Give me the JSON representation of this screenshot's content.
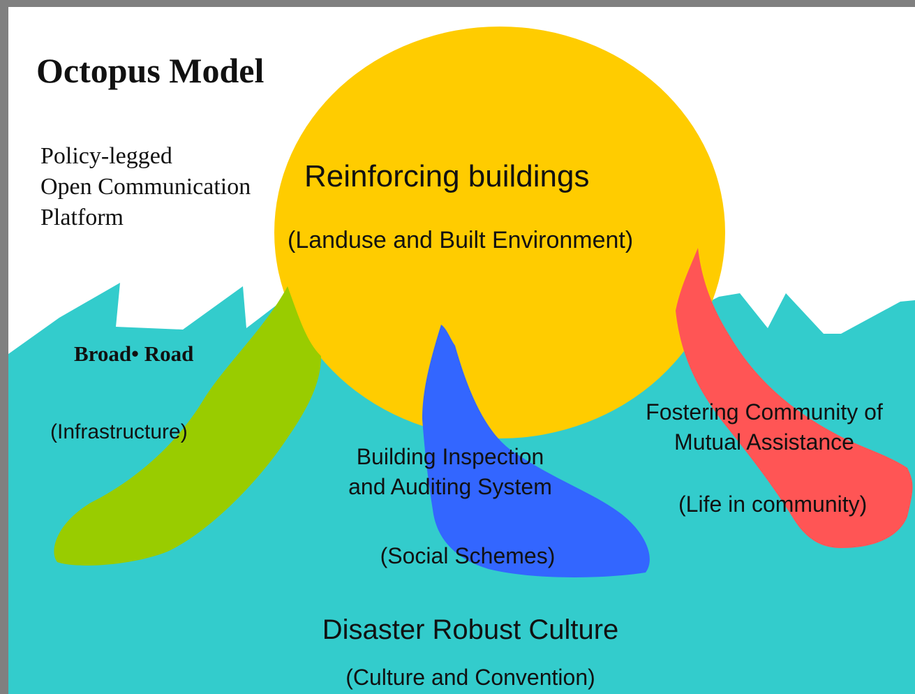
{
  "diagram": {
    "title": "Octopus Model",
    "platform": [
      "Policy-legged",
      "Open Communication",
      "Platform"
    ],
    "head": {
      "label": "Reinforcing buildings",
      "sublabel": "(Landuse and Built Environment)"
    },
    "legs": {
      "infrastructure": {
        "label": "Broad• Road",
        "sublabel": "(Infrastructure)"
      },
      "social": {
        "label": [
          "Building Inspection",
          "and Auditing System"
        ],
        "sublabel": "(Social Schemes)"
      },
      "community": {
        "label": [
          "Fostering Community of",
          "Mutual Assistance"
        ],
        "sublabel": "(Life in community)"
      }
    },
    "base": {
      "label": "Disaster Robust Culture",
      "sublabel": "(Culture and Convention)"
    },
    "colors": {
      "sea": "#33CCCC",
      "head": "#FFCC00",
      "leg_infrastructure": "#99CC00",
      "leg_social": "#3366FF",
      "leg_community": "#FF5555",
      "frame": "#808080",
      "background": "#FFFFFF"
    }
  }
}
